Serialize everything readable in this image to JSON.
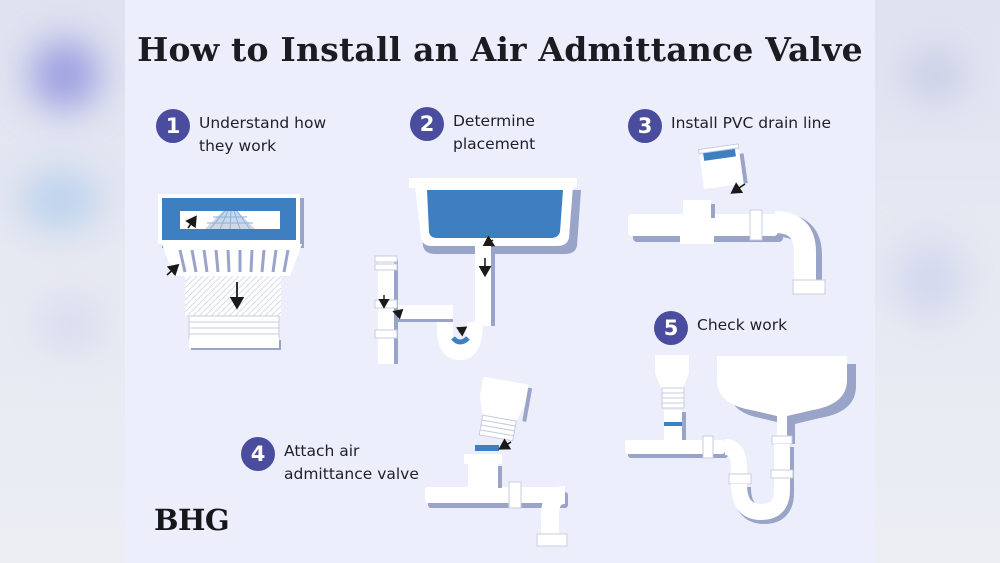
{
  "title": "How to Install an Air Admittance Valve",
  "steps": [
    {
      "number": "1",
      "lines": [
        "Understand how",
        "they work"
      ]
    },
    {
      "number": "2",
      "lines": [
        "Determine",
        "placement"
      ]
    },
    {
      "number": "3",
      "lines": [
        "Install PVC drain line"
      ]
    },
    {
      "number": "4",
      "lines": [
        "Attach air",
        "admittance valve"
      ]
    },
    {
      "number": "5",
      "lines": [
        "Check work"
      ]
    }
  ],
  "brand": "BHG",
  "colors": {
    "accent": "#4a4d9e",
    "water": "#3d7fc0",
    "pipe": "#ffffff",
    "shadow": "#9aa3c8",
    "background": "#eceffb"
  }
}
